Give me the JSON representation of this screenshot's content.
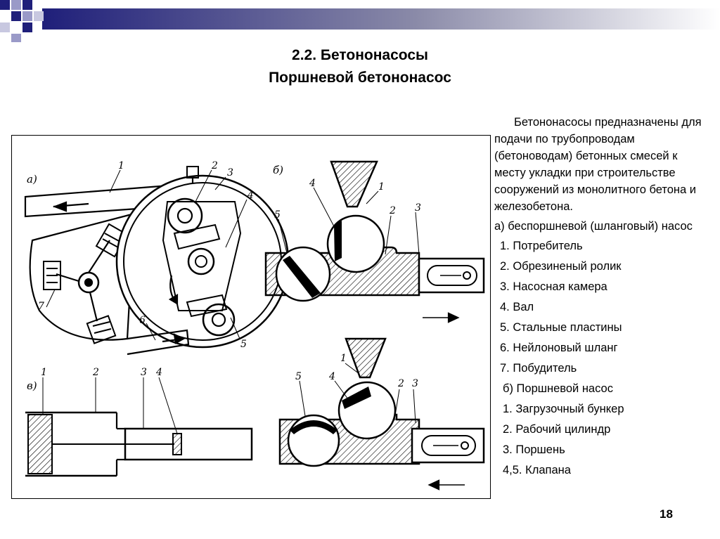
{
  "slide": {
    "title_line1": "2.2. Бетононасосы",
    "title_line2": "Поршневой бетононасос",
    "page_number": "18",
    "accent_color": "#1f1f7a"
  },
  "description": {
    "intro": "Бетононасосы предназначены для подачи по трубопроводам (бетоноводам) бетонных смесей к месту укладки при строительстве сооружений из монолитного бетона и железобетона.",
    "section_a_title": "а) беспоршневой (шланговый) насос",
    "section_a_items": [
      "1. Потребитель",
      "2. Обрезиненый ролик",
      "3. Насосная камера",
      "4. Вал",
      "5. Стальные пластины",
      "6. Нейлоновый шланг",
      "7. Побудитель"
    ],
    "section_b_title": "б) Поршневой насос",
    "section_b_items": [
      "1. Загрузочный бункер",
      "2. Рабочий цилиндр",
      "3. Поршень",
      "4,5. Клапана"
    ]
  },
  "figure": {
    "panel_a_tag": "а)",
    "panel_b_tag": "б)",
    "panel_v_tag": "в)",
    "callouts": [
      "1",
      "2",
      "3",
      "4",
      "5",
      "6",
      "7"
    ]
  }
}
